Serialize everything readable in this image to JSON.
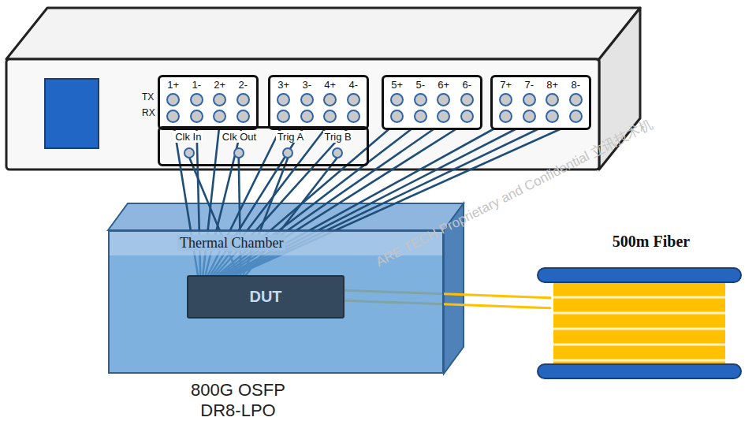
{
  "diagram": {
    "caption": "800G OSFP DR8-LPO",
    "nodes": [
      {
        "text": [
          "1+",
          "1-",
          "2+",
          "2-"
        ]
      },
      {
        "text": [
          "3+",
          "3-",
          "4+",
          "4-"
        ]
      },
      {
        "text": [
          "5+",
          "5-",
          "6+",
          "6-"
        ]
      },
      {
        "text": [
          "7+",
          "7-",
          "8+",
          "8-"
        ]
      },
      {
        "text": [
          "Clk In",
          "Clk Out",
          "Trig A",
          "Trig B"
        ]
      },
      {
        "text": [
          "Thermal Chamber"
        ]
      },
      {
        "text": [
          "DUT"
        ],
        "in": 5
      },
      {
        "text": [
          "500m Fiber"
        ]
      }
    ],
    "edges": [
      {
        "from": 0,
        "to": 6,
        "arrow": "none"
      },
      {
        "from": 1,
        "to": 6,
        "arrow": "none"
      },
      {
        "from": 2,
        "to": 6,
        "arrow": "none"
      },
      {
        "from": 3,
        "to": 6,
        "arrow": "none"
      },
      {
        "from": 4,
        "to": 6,
        "arrow": "none"
      },
      {
        "from": 6,
        "to": 7,
        "arrow": "none"
      },
      {
        "from": 6,
        "to": 7,
        "arrow": "none"
      }
    ],
    "labels": [
      "TX",
      "RX",
      "ARE TECH Proprietary and Confidential 立讯技术机"
    ]
  }
}
